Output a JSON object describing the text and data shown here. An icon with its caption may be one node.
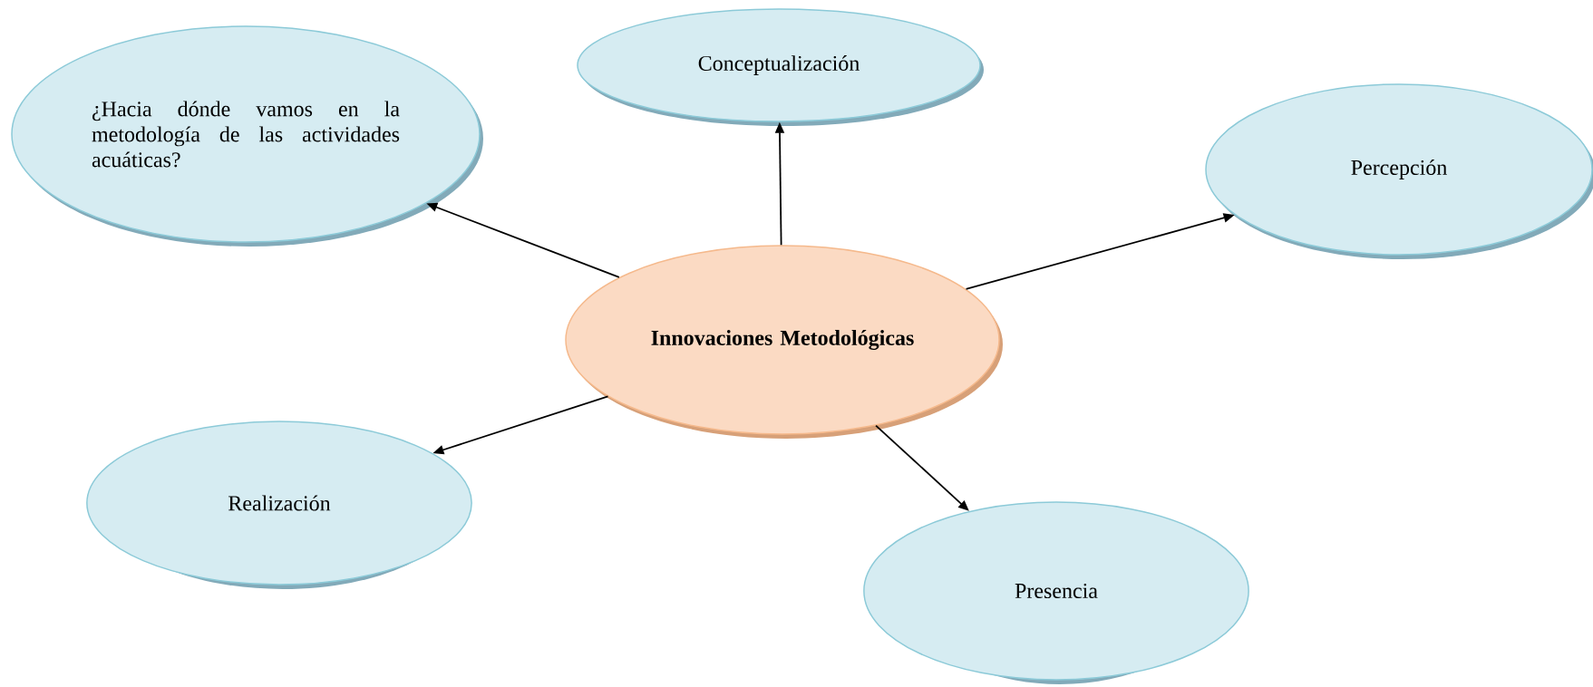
{
  "diagram": {
    "nodes": [
      {
        "text": [
          "Conceptualización"
        ]
      },
      {
        "text": [
          "¿Hacia dónde vamos en la metodología de las actividades acuáticas?"
        ]
      },
      {
        "text": [
          "Percepción"
        ]
      },
      {
        "text": [
          "Innovaciones Metodológicas"
        ]
      },
      {
        "text": [
          "Realización"
        ]
      },
      {
        "text": [
          "Presencia"
        ]
      }
    ],
    "edges": [
      {
        "from": 3,
        "to": 1,
        "arrow": "to"
      },
      {
        "from": 3,
        "to": 0,
        "arrow": "to"
      },
      {
        "from": 3,
        "to": 2,
        "arrow": "to"
      },
      {
        "from": 3,
        "to": 4,
        "arrow": "to"
      },
      {
        "from": 3,
        "to": 5,
        "arrow": "to"
      }
    ]
  }
}
